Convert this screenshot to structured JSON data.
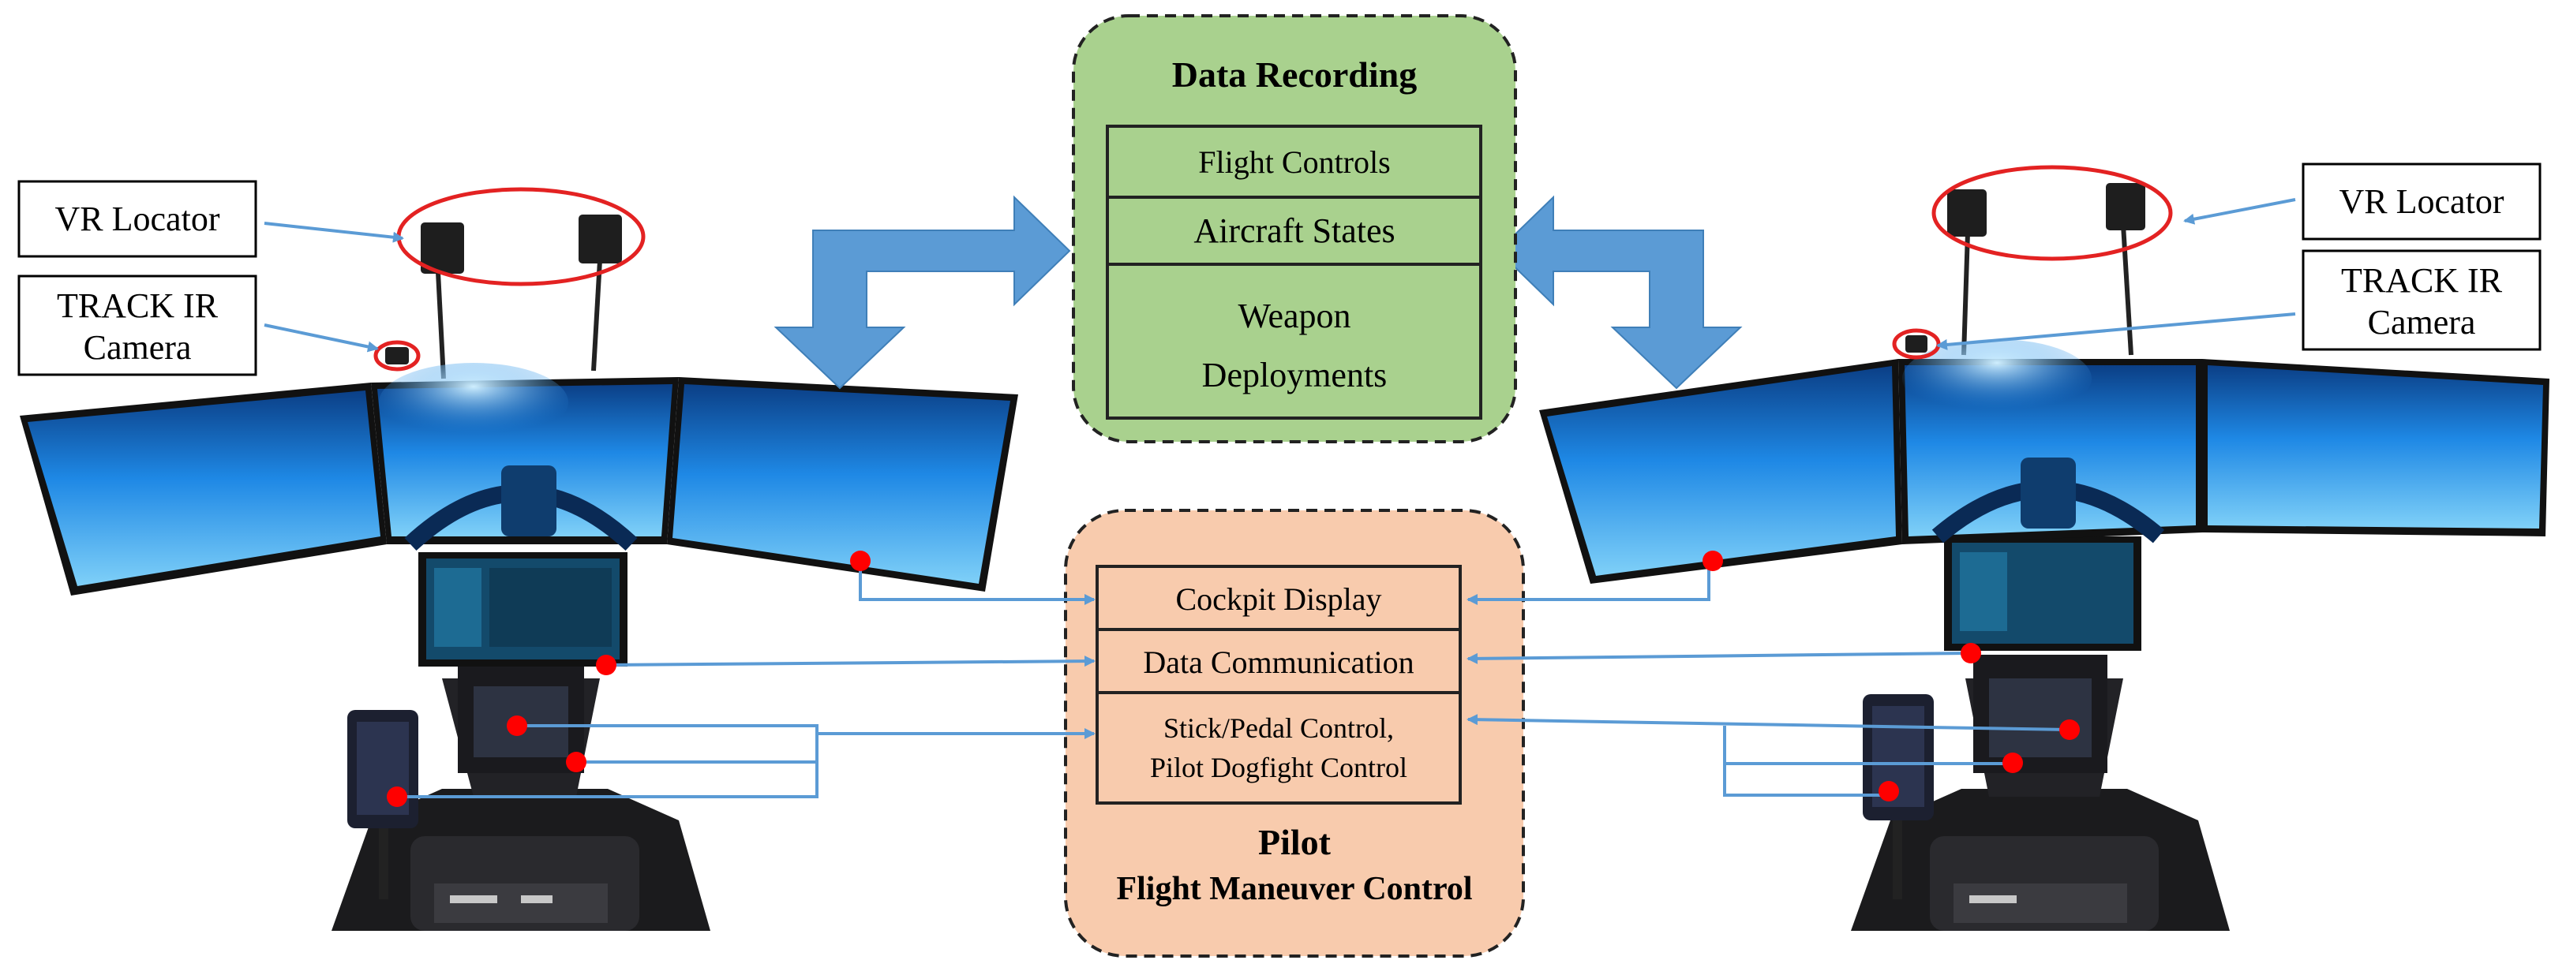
{
  "data_recording": {
    "title": "Data Recording",
    "items": [
      "Flight Controls",
      "Aircraft States"
    ],
    "weapon_line1": "Weapon",
    "weapon_line2": "Deployments"
  },
  "pilot": {
    "items": [
      "Cockpit Display",
      "Data Communication"
    ],
    "control_line1": "Stick/Pedal Control,",
    "control_line2": "Pilot Dogfight Control",
    "title": "Pilot",
    "subtitle": "Flight Maneuver Control"
  },
  "left_labels": {
    "vr_locator": "VR Locator",
    "track_ir_line1": "TRACK IR",
    "track_ir_line2": "Camera"
  },
  "right_labels": {
    "vr_locator": "VR Locator",
    "track_ir_line1": "TRACK IR",
    "track_ir_line2": "Camera"
  },
  "colors": {
    "recording_fill": "#a9d18e",
    "pilot_fill": "#f8cbad",
    "arrow_blue": "#5b9bd5",
    "marker_red": "#ff0000",
    "screen_blue": "#1e88e5"
  }
}
